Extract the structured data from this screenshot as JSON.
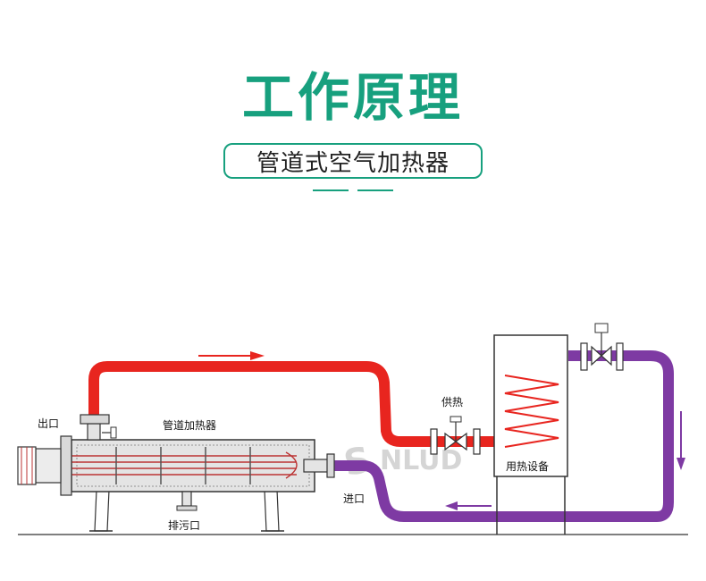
{
  "title": "工作原理",
  "subtitle": "管道式空气加热器",
  "labels": {
    "outlet": "出口",
    "heater": "管道加热器",
    "drain": "排污口",
    "supply": "供热",
    "inlet": "进口",
    "equipment": "用热设备"
  },
  "colors": {
    "accent": "#17a07e",
    "hot_pipe": "#e8251f",
    "cold_pipe": "#7e3aa3"
  }
}
